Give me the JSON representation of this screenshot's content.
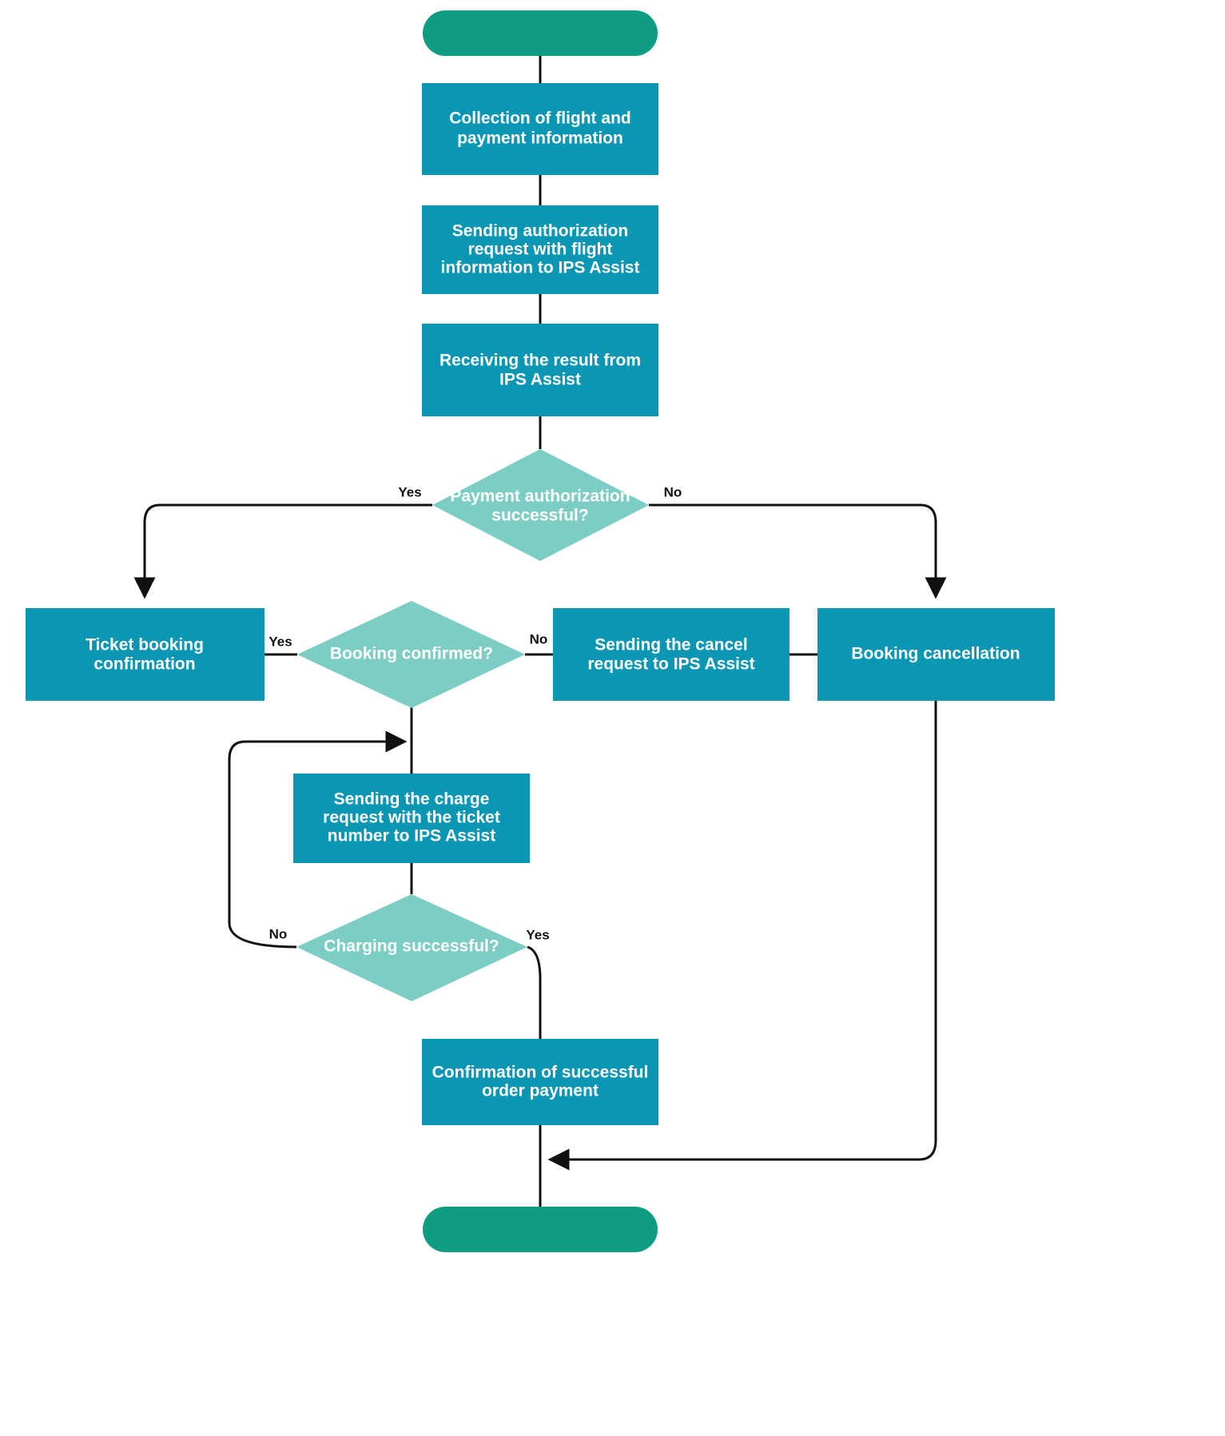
{
  "diagram": {
    "title": "Flight booking and payment authorization flow",
    "type": "flowchart",
    "colors": {
      "process": "#0b96b4",
      "decision": "#7ccdc3",
      "terminator": "#0e9c83",
      "connector": "#111111",
      "node_text": "#ffffff",
      "edge_text": "#111111",
      "background": "#ffffff"
    },
    "nodes": [
      {
        "id": "start",
        "kind": "terminator",
        "label": ""
      },
      {
        "id": "collect",
        "kind": "process",
        "label": "Collection of flight and payment information"
      },
      {
        "id": "send_auth",
        "kind": "process",
        "label": "Sending authorization request with flight information to IPS Assist"
      },
      {
        "id": "receive",
        "kind": "process",
        "label": "Receiving the result from IPS Assist"
      },
      {
        "id": "auth_ok",
        "kind": "decision",
        "label": "Payment authorization successful?"
      },
      {
        "id": "ticket_conf",
        "kind": "process",
        "label": "Ticket booking confirmation"
      },
      {
        "id": "booking_conf",
        "kind": "decision",
        "label": "Booking confirmed?"
      },
      {
        "id": "send_cancel",
        "kind": "process",
        "label": "Sending the cancel request to IPS Assist"
      },
      {
        "id": "cancel",
        "kind": "process",
        "label": "Booking cancellation"
      },
      {
        "id": "send_charge",
        "kind": "process",
        "label": "Sending the charge request with the ticket number to IPS Assist"
      },
      {
        "id": "charge_ok",
        "kind": "decision",
        "label": "Charging successful?"
      },
      {
        "id": "confirm_pay",
        "kind": "process",
        "label": "Confirmation of successful order payment"
      },
      {
        "id": "end",
        "kind": "terminator",
        "label": ""
      }
    ],
    "edge_labels": {
      "auth_yes": "Yes",
      "auth_no": "No",
      "booking_yes": "Yes",
      "booking_no": "No",
      "charge_no": "No",
      "charge_yes": "Yes"
    },
    "node_text": {
      "collect_l1": "Collection of flight and",
      "collect_l2": "payment information",
      "send_auth_l1": "Sending authorization",
      "send_auth_l2": "request with flight",
      "send_auth_l3": "information to IPS Assist",
      "receive_l1": "Receiving the result from",
      "receive_l2": "IPS Assist",
      "auth_ok_l1": "Payment authorization",
      "auth_ok_l2": "successful?",
      "ticket_conf_l1": "Ticket booking",
      "ticket_conf_l2": "confirmation",
      "booking_conf_l1": "Booking confirmed?",
      "send_cancel_l1": "Sending the cancel",
      "send_cancel_l2": "request to IPS Assist",
      "cancel_l1": "Booking cancellation",
      "send_charge_l1": "Sending the charge",
      "send_charge_l2": "request with the ticket",
      "send_charge_l3": "number to IPS Assist",
      "charge_ok_l1": "Charging successful?",
      "confirm_pay_l1": "Confirmation of successful",
      "confirm_pay_l2": "order payment"
    }
  }
}
